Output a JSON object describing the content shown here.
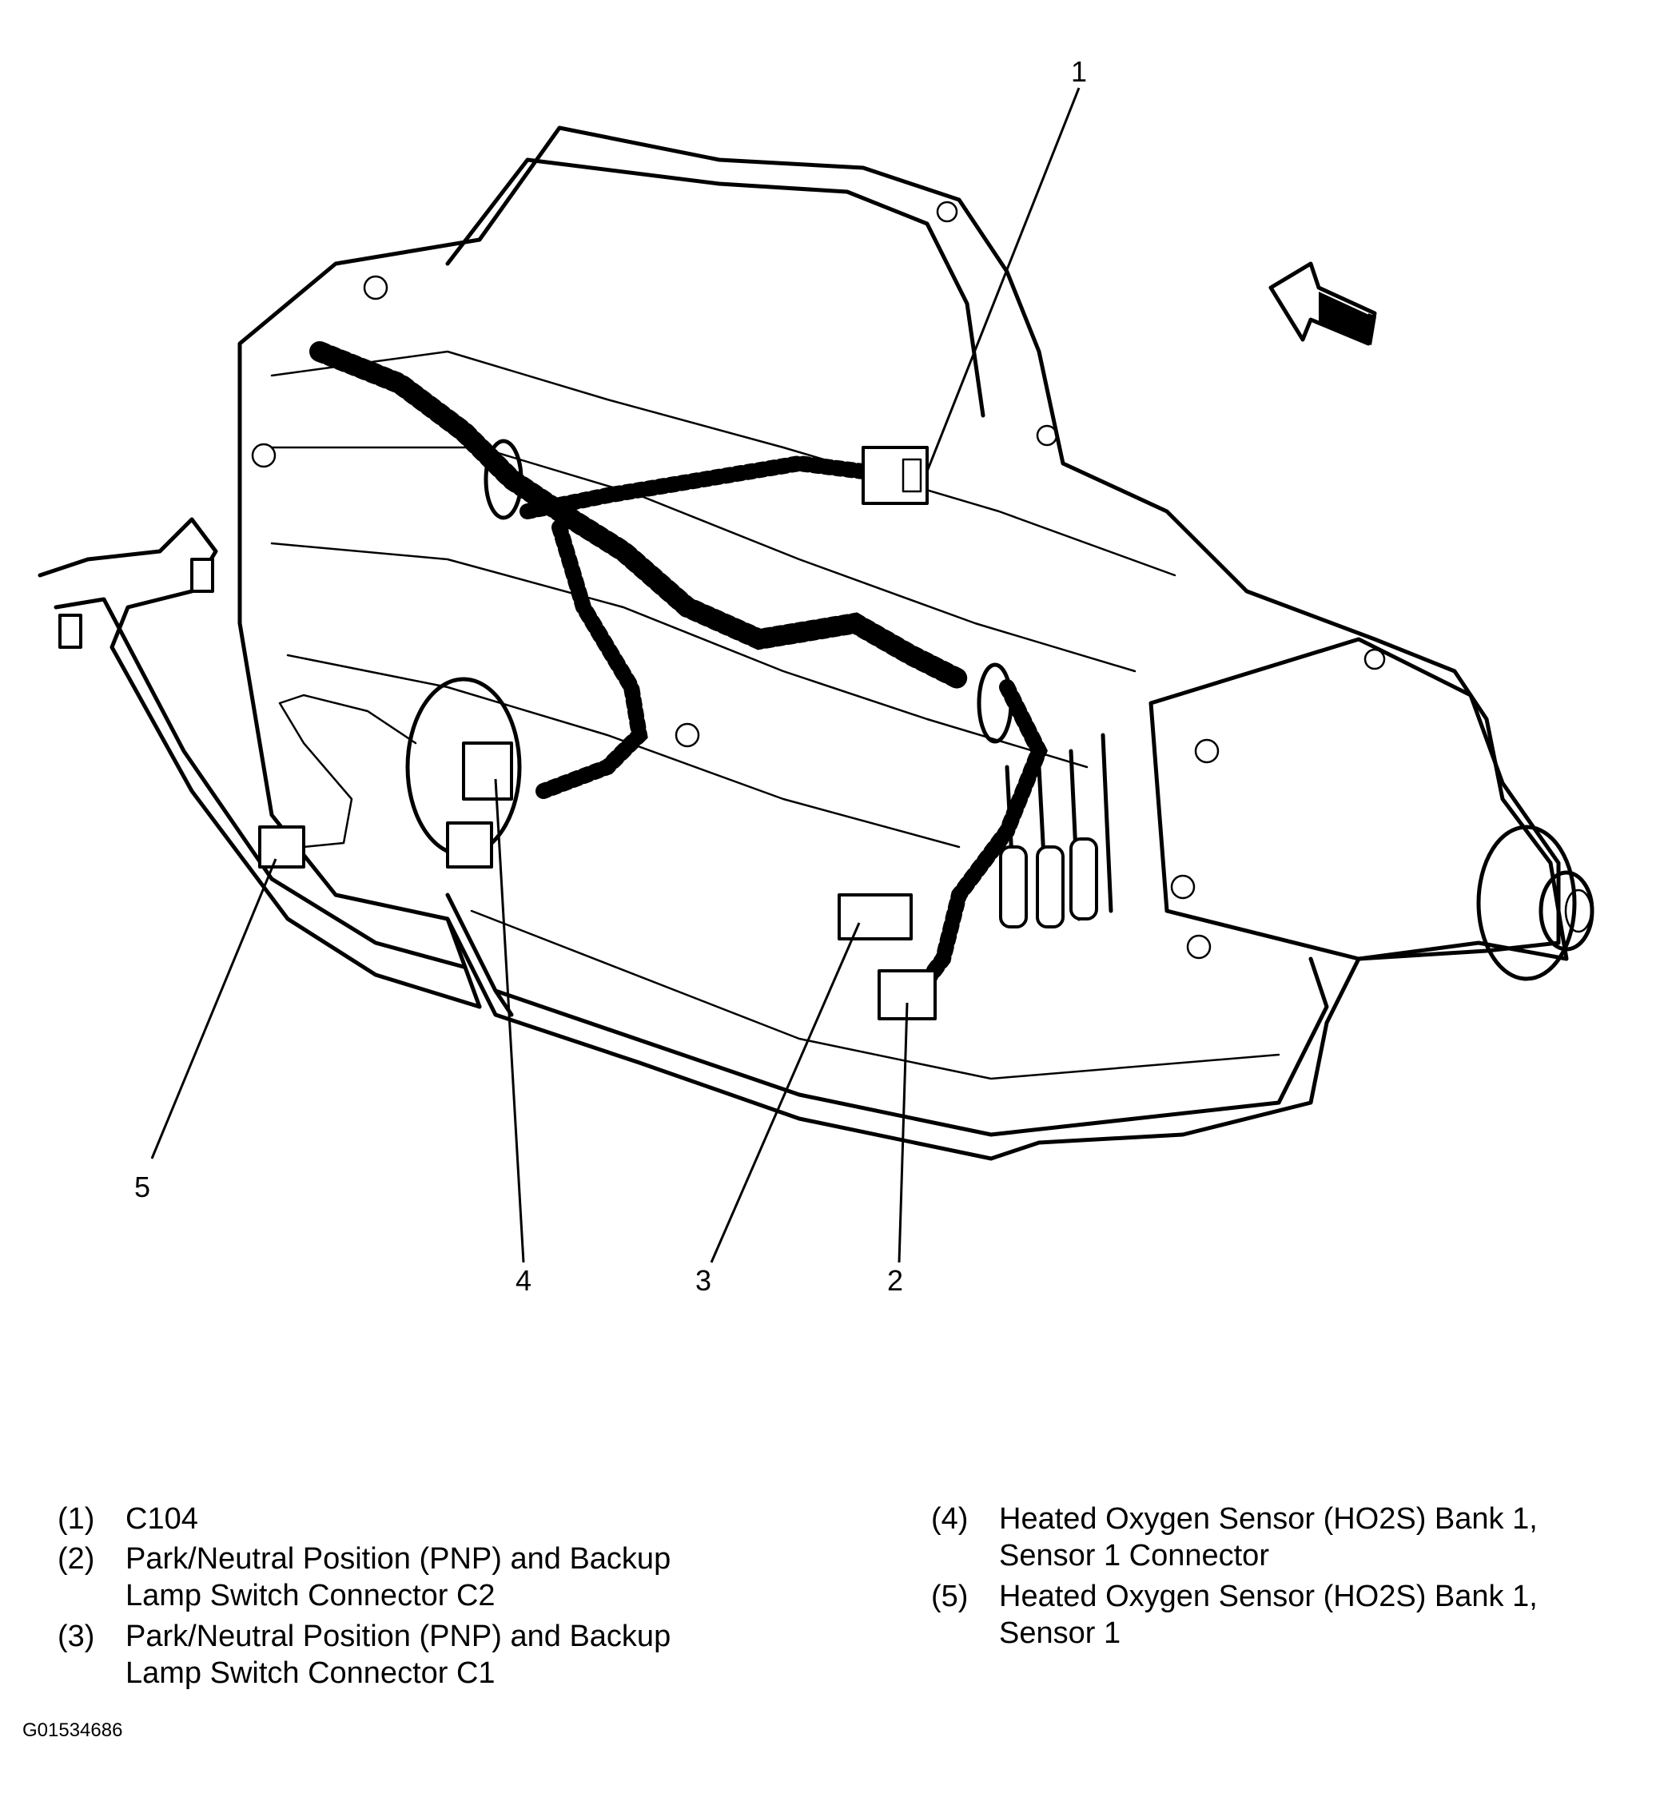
{
  "callouts": [
    {
      "id": "1",
      "label": "1"
    },
    {
      "id": "2",
      "label": "2"
    },
    {
      "id": "3",
      "label": "3"
    },
    {
      "id": "4",
      "label": "4"
    },
    {
      "id": "5",
      "label": "5"
    }
  ],
  "legend": [
    {
      "num": "(1)",
      "text": "C104"
    },
    {
      "num": "(2)",
      "text": "Park/Neutral Position (PNP) and Backup\nLamp Switch Connector C2"
    },
    {
      "num": "(3)",
      "text": "Park/Neutral Position (PNP) and Backup\nLamp Switch Connector C1"
    },
    {
      "num": "(4)",
      "text": "Heated Oxygen Sensor (HO2S) Bank 1,\nSensor 1 Connector"
    },
    {
      "num": "(5)",
      "text": "Heated Oxygen Sensor (HO2S) Bank 1,\nSensor 1"
    }
  ],
  "figure_id": "G01534686",
  "icons": {
    "direction": "forward-arrow-icon"
  }
}
